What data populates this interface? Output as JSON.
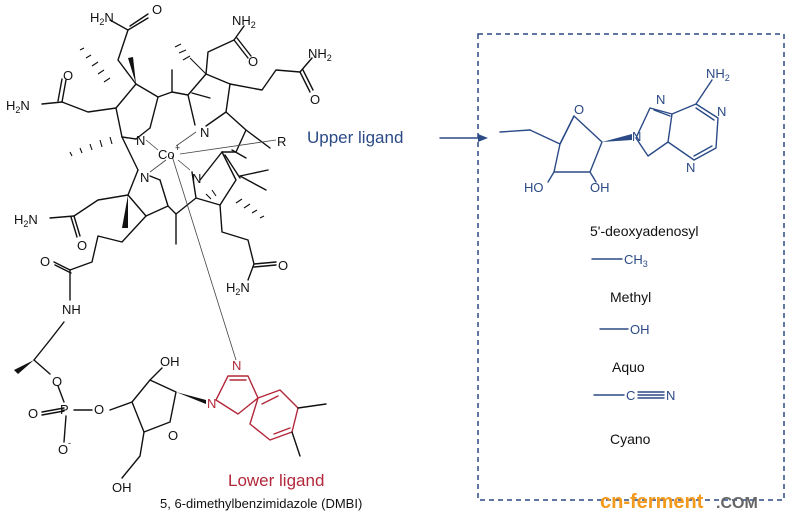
{
  "colors": {
    "upper_ligand": "#2b4a86",
    "lower_ligand": "#b2283a",
    "structure": "#111111",
    "watermark_orange": "#f39a1e",
    "watermark_gray": "#666666"
  },
  "labels": {
    "upper_ligand": "Upper ligand",
    "lower_ligand": "Lower ligand",
    "dmbi": "5, 6-dimethylbenzimidazole (DMBI)",
    "r_group": "R",
    "cobalt": "Co",
    "cobalt_charge": "+"
  },
  "atoms": {
    "nitrogen": "N",
    "oxygen": "O",
    "phosphorus": "P",
    "amino_h": "H",
    "amino_h2": "H",
    "sub2": "2",
    "sub3": "3",
    "nh": "NH",
    "oh": "OH",
    "ho": "HO",
    "minus": "-",
    "carbon": "C"
  },
  "ligand_options": [
    {
      "name": "5'-deoxyadenosyl"
    },
    {
      "name": "Methyl",
      "formula_main": "CH",
      "formula_sub": "3"
    },
    {
      "name": "Aquo",
      "formula_main": "OH"
    },
    {
      "name": "Cyano",
      "formula_main": "C",
      "formula_tail": "N"
    }
  ],
  "watermark": {
    "part1": "cn-ferment",
    "part2": ".COM"
  }
}
